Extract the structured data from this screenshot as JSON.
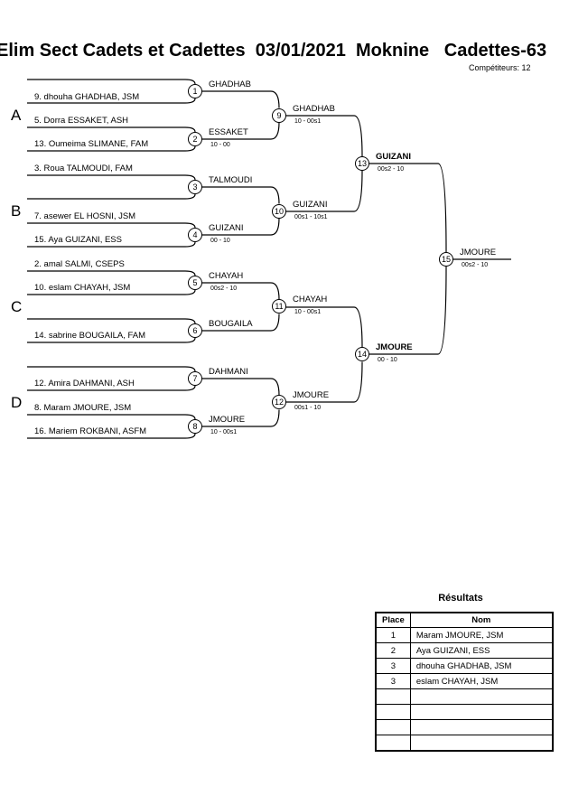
{
  "header": {
    "title": "Elim Sect Cadets et Cadettes  03/01/2021  Moknine   Cadettes-63",
    "competitors": "Compétiteurs: 12"
  },
  "pools": [
    "A",
    "B",
    "C",
    "D"
  ],
  "entrants": [
    "9. dhouha GHADHAB, JSM",
    "5. Dorra ESSAKET, ASH",
    "13. Oumeima SLIMANE, FAM",
    "3. Roua TALMOUDI, FAM",
    "7. asewer EL HOSNI, JSM",
    "15. Aya GUIZANI, ESS",
    "2. amal SALMI, CSEPS",
    "10. eslam CHAYAH, JSM",
    "14. sabrine BOUGAILA, FAM",
    "12. Amira DAHMANI, ASH",
    "8. Maram JMOURE, JSM",
    "16. Mariem ROKBANI, ASFM"
  ],
  "matches": [
    {
      "num": "1",
      "winner": "GHADHAB",
      "score": ""
    },
    {
      "num": "2",
      "winner": "ESSAKET",
      "score": "10 - 00"
    },
    {
      "num": "3",
      "winner": "TALMOUDI",
      "score": ""
    },
    {
      "num": "4",
      "winner": "GUIZANI",
      "score": "00 - 10"
    },
    {
      "num": "5",
      "winner": "CHAYAH",
      "score": "00s2 - 10"
    },
    {
      "num": "6",
      "winner": "BOUGAILA",
      "score": ""
    },
    {
      "num": "7",
      "winner": "DAHMANI",
      "score": ""
    },
    {
      "num": "8",
      "winner": "JMOURE",
      "score": "10 - 00s1"
    },
    {
      "num": "9",
      "winner": "GHADHAB",
      "score": "10 - 00s1"
    },
    {
      "num": "10",
      "winner": "GUIZANI",
      "score": "00s1 - 10s1"
    },
    {
      "num": "11",
      "winner": "CHAYAH",
      "score": "10 - 00s1"
    },
    {
      "num": "12",
      "winner": "JMOURE",
      "score": "00s1 - 10"
    },
    {
      "num": "13",
      "winner": "GUIZANI",
      "score": "00s2 - 10"
    },
    {
      "num": "14",
      "winner": "JMOURE",
      "score": "00 - 10"
    },
    {
      "num": "15",
      "winner": "JMOURE",
      "score": "00s2 - 10"
    }
  ],
  "results": {
    "title": "Résultats",
    "headers": [
      "Place",
      "Nom"
    ],
    "rows": [
      {
        "place": "1",
        "name": "Maram JMOURE, JSM"
      },
      {
        "place": "2",
        "name": "Aya GUIZANI, ESS"
      },
      {
        "place": "3",
        "name": "dhouha GHADHAB, JSM"
      },
      {
        "place": "3",
        "name": "eslam CHAYAH, JSM"
      },
      {
        "place": "",
        "name": ""
      },
      {
        "place": "",
        "name": ""
      },
      {
        "place": "",
        "name": ""
      },
      {
        "place": "",
        "name": ""
      }
    ]
  }
}
